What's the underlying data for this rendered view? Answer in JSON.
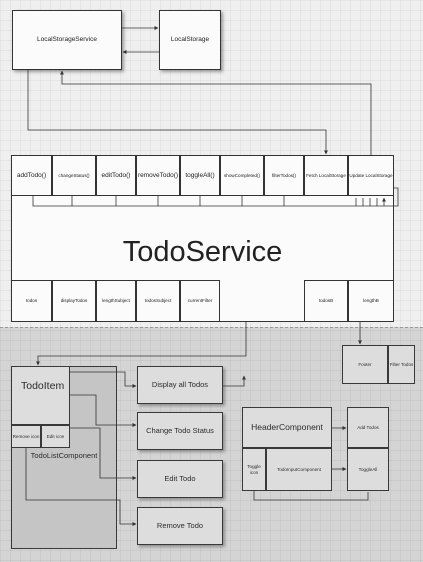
{
  "top": {
    "local_storage_service": "LocalStorageService",
    "local_storage": "LocalStorage"
  },
  "todo_service": {
    "title": "TodoService",
    "methods": [
      "addTodo()",
      "changeStatus()",
      "editTodo()",
      "removeTodo()",
      "toggleAll()",
      "showCompleted()",
      "filterTodos()",
      "Fetch LocalStorage",
      "Update LocalStorage"
    ],
    "properties": [
      "todos",
      "displayTodos",
      "lengthSubject",
      "todosSubject",
      "currentFilter",
      "todosB",
      "lengthB"
    ]
  },
  "footer": {
    "footer_label": "Footer",
    "filter_todos": "Filter Todos"
  },
  "todo_list": {
    "todo_item": "TodoItem",
    "remove_icon": "Remove icon",
    "edit_icon": "Edit icon",
    "component_label": "TodoListComponent",
    "actions": [
      "Display all Todos",
      "Change Todo Status",
      "Edit Todo",
      "Remove Todo"
    ]
  },
  "header": {
    "component_label": "HeaderComponent",
    "toggle_icon": "Toggle icon",
    "todo_input": "TodoInputComponent",
    "add_todos": "Add Todos",
    "toggle_all": "ToggleAll"
  },
  "colors": {
    "box_fill": "#fbfbfb",
    "box_stroke": "#333333",
    "faded_region": "#5a5a5a"
  }
}
